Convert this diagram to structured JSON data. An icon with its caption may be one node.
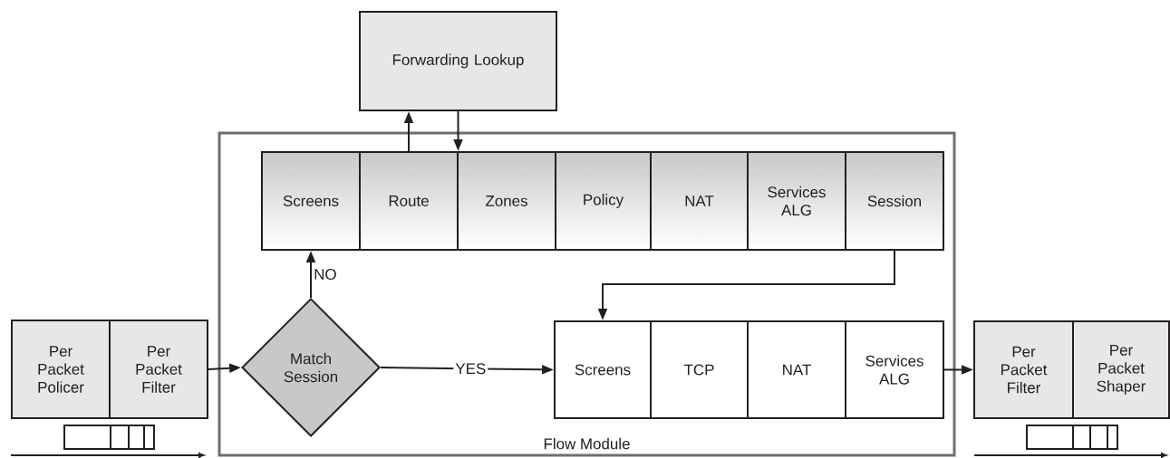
{
  "diagram": {
    "nodes": [
      {
        "text": [
          "Forwarding Lookup"
        ]
      },
      {
        "text": [
          "Flow Module"
        ]
      },
      {
        "text": [
          "Screens"
        ],
        "in": 1
      },
      {
        "text": [
          "Route"
        ],
        "in": 1
      },
      {
        "text": [
          "Zones"
        ],
        "in": 1
      },
      {
        "text": [
          "Policy"
        ],
        "in": 1
      },
      {
        "text": [
          "NAT"
        ],
        "in": 1
      },
      {
        "text": [
          "Services ALG"
        ],
        "in": 1
      },
      {
        "text": [
          "Session"
        ],
        "in": 1
      },
      {
        "text": [
          "Match Session"
        ],
        "in": 1
      },
      {
        "text": [
          "Screens"
        ],
        "in": 1
      },
      {
        "text": [
          "TCP"
        ],
        "in": 1
      },
      {
        "text": [
          "NAT"
        ],
        "in": 1
      },
      {
        "text": [
          "Services ALG"
        ],
        "in": 1
      },
      {
        "text": [
          "Per Packet Policer"
        ]
      },
      {
        "text": [
          "Per Packet Filter"
        ]
      },
      {
        "text": [
          "Per Packet Filter"
        ]
      },
      {
        "text": [
          "Per Packet Shaper"
        ]
      }
    ],
    "edges": [
      {
        "from": 15,
        "to": 9,
        "arrow": "to"
      },
      {
        "from": 9,
        "to": 2,
        "arrow": "to",
        "label": "NO"
      },
      {
        "from": 9,
        "to": 10,
        "arrow": "to",
        "label": "YES"
      },
      {
        "from": 3,
        "to": 0,
        "arrow": "to"
      },
      {
        "from": 0,
        "to": 4,
        "arrow": "to"
      },
      {
        "from": 8,
        "to": 10,
        "arrow": "to"
      },
      {
        "from": 13,
        "to": 16,
        "arrow": "to"
      }
    ]
  }
}
